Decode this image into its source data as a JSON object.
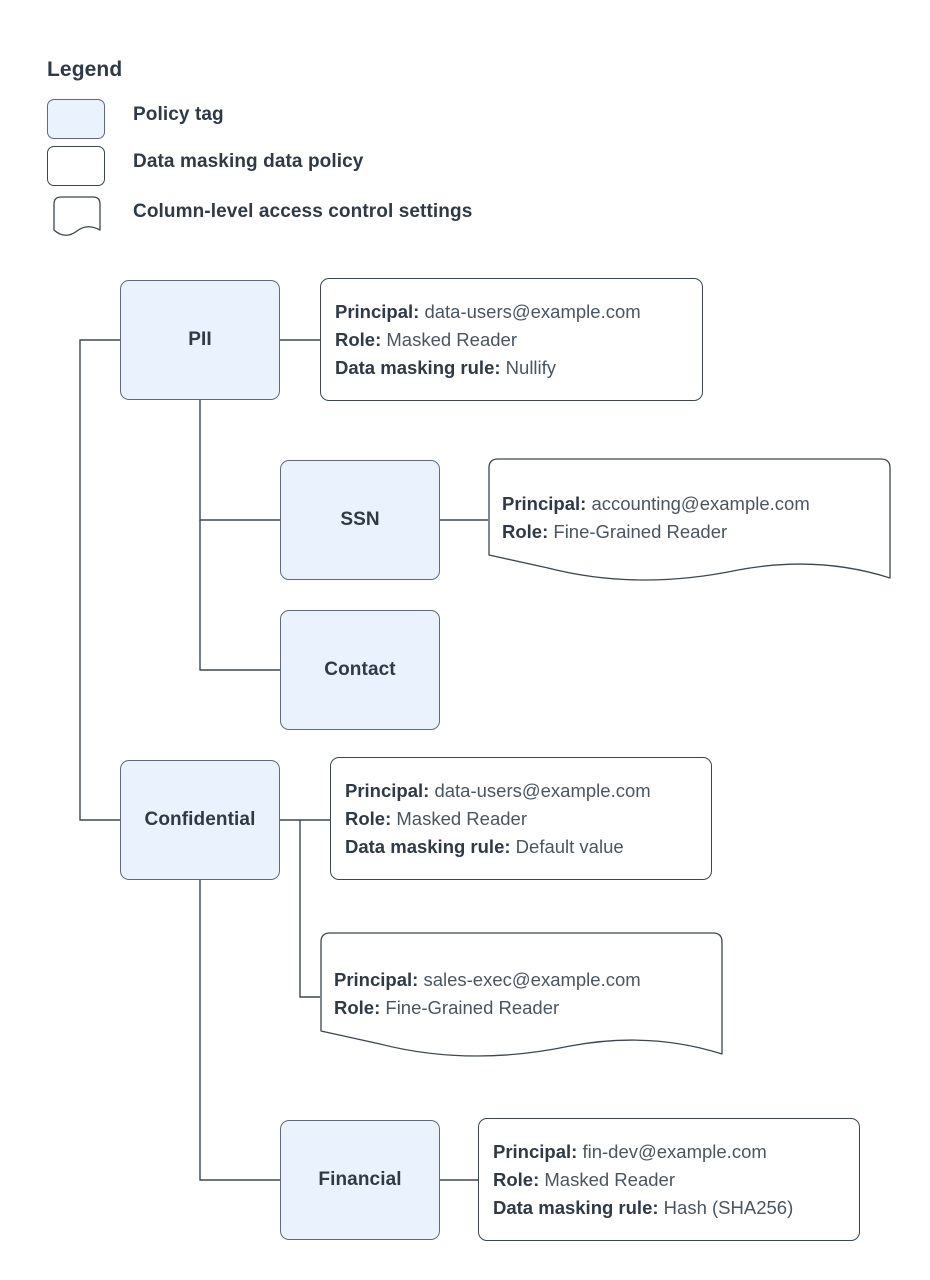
{
  "legend": {
    "title": "Legend",
    "items": [
      {
        "label": "Policy tag",
        "swatch": "policy-tag-swatch"
      },
      {
        "label": "Data masking data policy",
        "swatch": "data-masking-policy-swatch"
      },
      {
        "label": "Column-level access control settings",
        "swatch": "column-access-control-swatch"
      }
    ]
  },
  "nodes": {
    "pii": {
      "label": "PII"
    },
    "ssn": {
      "label": "SSN"
    },
    "contact": {
      "label": "Contact"
    },
    "confidential": {
      "label": "Confidential"
    },
    "financial": {
      "label": "Financial"
    }
  },
  "labels": {
    "principal": "Principal:",
    "role": "Role:",
    "masking_rule": "Data masking rule:"
  },
  "callouts": {
    "pii_policy": {
      "principal": "data-users@example.com",
      "role": "Masked Reader",
      "masking_rule": "Nullify"
    },
    "ssn_access": {
      "principal": "accounting@example.com",
      "role": "Fine-Grained Reader"
    },
    "confidential_policy": {
      "principal": "data-users@example.com",
      "role": "Masked Reader",
      "masking_rule": "Default value"
    },
    "confidential_access": {
      "principal": "sales-exec@example.com",
      "role": "Fine-Grained Reader"
    },
    "financial_policy": {
      "principal": "fin-dev@example.com",
      "role": "Masked Reader",
      "masking_rule": "Hash (SHA256)"
    }
  },
  "colors": {
    "tag_fill": "#e9f2fd",
    "tag_border": "#5d6b7a",
    "box_border": "#3b4653",
    "text": "#2f3a46",
    "value_text": "#4a5560",
    "connector": "#3b4653",
    "background": "#ffffff"
  }
}
